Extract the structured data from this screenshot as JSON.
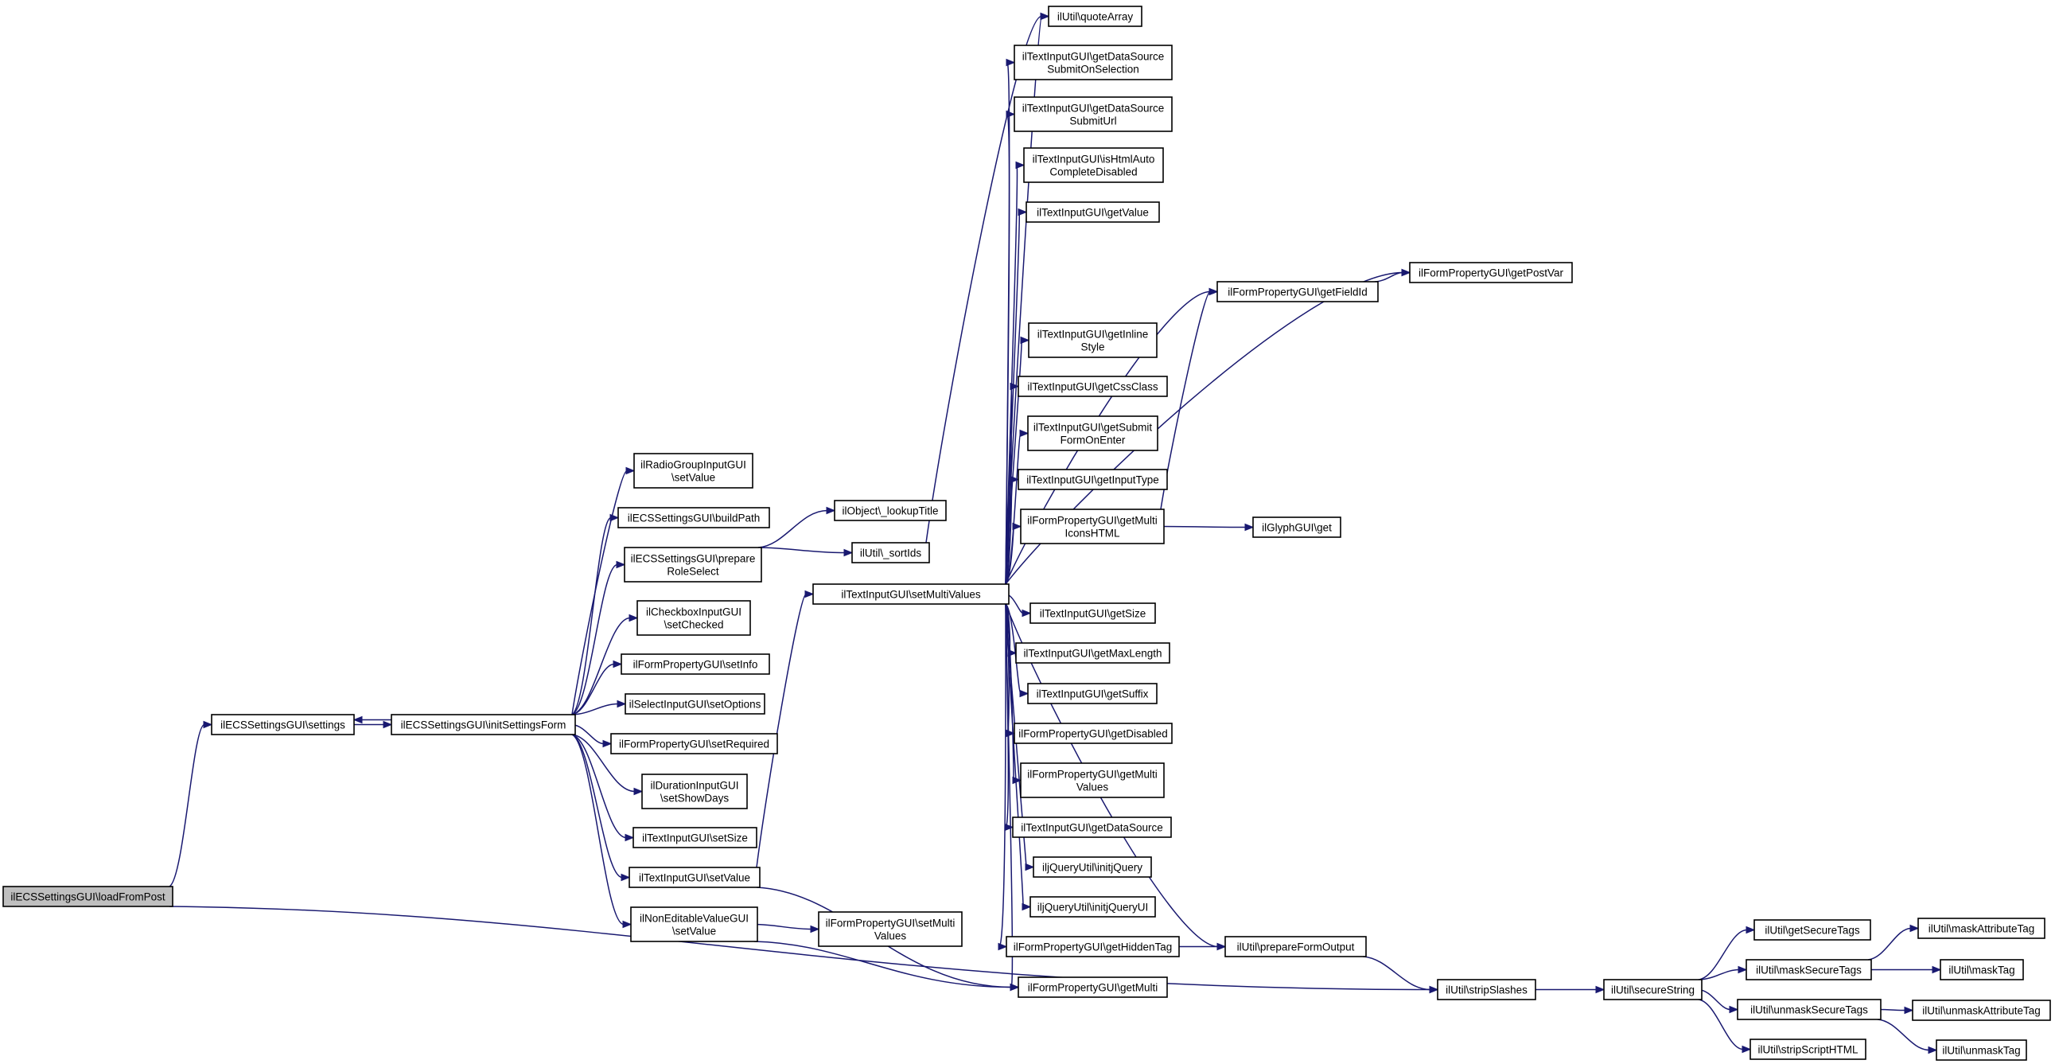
{
  "graph": {
    "type": "call-graph",
    "nodes": [
      {
        "id": "loadFromPost",
        "lines": [
          "ilECSSettingsGUI\\loadFromPost"
        ],
        "root": true
      },
      {
        "id": "settings",
        "lines": [
          "ilECSSettingsGUI\\settings"
        ]
      },
      {
        "id": "initSettingsForm",
        "lines": [
          "ilECSSettingsGUI\\initSettingsForm"
        ]
      },
      {
        "id": "radioSetValue",
        "lines": [
          "ilRadioGroupInputGUI",
          "\\setValue"
        ]
      },
      {
        "id": "buildPath",
        "lines": [
          "ilECSSettingsGUI\\buildPath"
        ]
      },
      {
        "id": "prepareRoleSelect",
        "lines": [
          "ilECSSettingsGUI\\prepare",
          "RoleSelect"
        ]
      },
      {
        "id": "checkboxSetChecked",
        "lines": [
          "ilCheckboxInputGUI",
          "\\setChecked"
        ]
      },
      {
        "id": "setInfo",
        "lines": [
          "ilFormPropertyGUI\\setInfo"
        ]
      },
      {
        "id": "setOptions",
        "lines": [
          "ilSelectInputGUI\\setOptions"
        ]
      },
      {
        "id": "setRequired",
        "lines": [
          "ilFormPropertyGUI\\setRequired"
        ]
      },
      {
        "id": "setShowDays",
        "lines": [
          "ilDurationInputGUI",
          "\\setShowDays"
        ]
      },
      {
        "id": "setSize",
        "lines": [
          "ilTextInputGUI\\setSize"
        ]
      },
      {
        "id": "textSetValue",
        "lines": [
          "ilTextInputGUI\\setValue"
        ]
      },
      {
        "id": "nonEditSetValue",
        "lines": [
          "ilNonEditableValueGUI",
          "\\setValue"
        ]
      },
      {
        "id": "lookupTitle",
        "lines": [
          "ilObject\\_lookupTitle"
        ]
      },
      {
        "id": "sortIds",
        "lines": [
          "ilUtil\\_sortIds"
        ]
      },
      {
        "id": "setMultiValuesProp",
        "lines": [
          "ilFormPropertyGUI\\setMulti",
          "Values"
        ]
      },
      {
        "id": "setMultiValues",
        "lines": [
          "ilTextInputGUI\\setMultiValues"
        ]
      },
      {
        "id": "quoteArray",
        "lines": [
          "ilUtil\\quoteArray"
        ]
      },
      {
        "id": "dsSubmitOnSel",
        "lines": [
          "ilTextInputGUI\\getDataSource",
          "SubmitOnSelection"
        ]
      },
      {
        "id": "dsSubmitUrl",
        "lines": [
          "ilTextInputGUI\\getDataSource",
          "SubmitUrl"
        ]
      },
      {
        "id": "htmlAutoComplete",
        "lines": [
          "ilTextInputGUI\\isHtmlAuto",
          "CompleteDisabled"
        ]
      },
      {
        "id": "getValue",
        "lines": [
          "ilTextInputGUI\\getValue"
        ]
      },
      {
        "id": "getFieldId",
        "lines": [
          "ilFormPropertyGUI\\getFieldId"
        ]
      },
      {
        "id": "getPostVar",
        "lines": [
          "ilFormPropertyGUI\\getPostVar"
        ]
      },
      {
        "id": "getInlineStyle",
        "lines": [
          "ilTextInputGUI\\getInline",
          "Style"
        ]
      },
      {
        "id": "getCssClass",
        "lines": [
          "ilTextInputGUI\\getCssClass"
        ]
      },
      {
        "id": "getSubmitFormOnEnter",
        "lines": [
          "ilTextInputGUI\\getSubmit",
          "FormOnEnter"
        ]
      },
      {
        "id": "getInputType",
        "lines": [
          "ilTextInputGUI\\getInputType"
        ]
      },
      {
        "id": "getMultiIconsHTML",
        "lines": [
          "ilFormPropertyGUI\\getMulti",
          "IconsHTML"
        ]
      },
      {
        "id": "glyphGet",
        "lines": [
          "ilGlyphGUI\\get"
        ]
      },
      {
        "id": "getSize",
        "lines": [
          "ilTextInputGUI\\getSize"
        ]
      },
      {
        "id": "getMaxLength",
        "lines": [
          "ilTextInputGUI\\getMaxLength"
        ]
      },
      {
        "id": "getSuffix",
        "lines": [
          "ilTextInputGUI\\getSuffix"
        ]
      },
      {
        "id": "getDisabled",
        "lines": [
          "ilFormPropertyGUI\\getDisabled"
        ]
      },
      {
        "id": "getMultiValues",
        "lines": [
          "ilFormPropertyGUI\\getMulti",
          "Values"
        ]
      },
      {
        "id": "getDataSource",
        "lines": [
          "ilTextInputGUI\\getDataSource"
        ]
      },
      {
        "id": "initjQuery",
        "lines": [
          "iljQueryUtil\\initjQuery"
        ]
      },
      {
        "id": "initjQueryUI",
        "lines": [
          "iljQueryUtil\\initjQueryUI"
        ]
      },
      {
        "id": "getHiddenTag",
        "lines": [
          "ilFormPropertyGUI\\getHiddenTag"
        ]
      },
      {
        "id": "getMulti",
        "lines": [
          "ilFormPropertyGUI\\getMulti"
        ]
      },
      {
        "id": "prepareFormOutput",
        "lines": [
          "ilUtil\\prepareFormOutput"
        ]
      },
      {
        "id": "stripSlashes",
        "lines": [
          "ilUtil\\stripSlashes"
        ]
      },
      {
        "id": "secureString",
        "lines": [
          "ilUtil\\secureString"
        ]
      },
      {
        "id": "getSecureTags",
        "lines": [
          "ilUtil\\getSecureTags"
        ]
      },
      {
        "id": "maskSecureTags",
        "lines": [
          "ilUtil\\maskSecureTags"
        ]
      },
      {
        "id": "unmaskSecureTags",
        "lines": [
          "ilUtil\\unmaskSecureTags"
        ]
      },
      {
        "id": "stripScriptHTML",
        "lines": [
          "ilUtil\\stripScriptHTML"
        ]
      },
      {
        "id": "maskAttributeTag",
        "lines": [
          "ilUtil\\maskAttributeTag"
        ]
      },
      {
        "id": "maskTag",
        "lines": [
          "ilUtil\\maskTag"
        ]
      },
      {
        "id": "unmaskAttributeTag",
        "lines": [
          "ilUtil\\unmaskAttributeTag"
        ]
      },
      {
        "id": "unmaskTag",
        "lines": [
          "ilUtil\\unmaskTag"
        ]
      }
    ],
    "edges": [
      [
        "loadFromPost",
        "settings"
      ],
      [
        "loadFromPost",
        "stripSlashes"
      ],
      [
        "settings",
        "initSettingsForm"
      ],
      [
        "initSettingsForm",
        "settings"
      ],
      [
        "initSettingsForm",
        "radioSetValue"
      ],
      [
        "initSettingsForm",
        "buildPath"
      ],
      [
        "initSettingsForm",
        "prepareRoleSelect"
      ],
      [
        "initSettingsForm",
        "checkboxSetChecked"
      ],
      [
        "initSettingsForm",
        "setInfo"
      ],
      [
        "initSettingsForm",
        "setOptions"
      ],
      [
        "initSettingsForm",
        "setRequired"
      ],
      [
        "initSettingsForm",
        "setShowDays"
      ],
      [
        "initSettingsForm",
        "setSize"
      ],
      [
        "initSettingsForm",
        "textSetValue"
      ],
      [
        "initSettingsForm",
        "nonEditSetValue"
      ],
      [
        "prepareRoleSelect",
        "lookupTitle"
      ],
      [
        "prepareRoleSelect",
        "sortIds"
      ],
      [
        "sortIds",
        "quoteArray"
      ],
      [
        "textSetValue",
        "setMultiValues"
      ],
      [
        "textSetValue",
        "getMulti"
      ],
      [
        "nonEditSetValue",
        "setMultiValuesProp"
      ],
      [
        "nonEditSetValue",
        "getMulti"
      ],
      [
        "setMultiValues",
        "quoteArray"
      ],
      [
        "setMultiValues",
        "dsSubmitOnSel"
      ],
      [
        "setMultiValues",
        "dsSubmitUrl"
      ],
      [
        "setMultiValues",
        "htmlAutoComplete"
      ],
      [
        "setMultiValues",
        "getValue"
      ],
      [
        "setMultiValues",
        "getFieldId"
      ],
      [
        "setMultiValues",
        "getPostVar"
      ],
      [
        "setMultiValues",
        "getInlineStyle"
      ],
      [
        "setMultiValues",
        "getCssClass"
      ],
      [
        "setMultiValues",
        "getSubmitFormOnEnter"
      ],
      [
        "setMultiValues",
        "getInputType"
      ],
      [
        "setMultiValues",
        "getMultiIconsHTML"
      ],
      [
        "setMultiValues",
        "prepareFormOutput"
      ],
      [
        "setMultiValues",
        "getSize"
      ],
      [
        "setMultiValues",
        "getMaxLength"
      ],
      [
        "setMultiValues",
        "getSuffix"
      ],
      [
        "setMultiValues",
        "getDisabled"
      ],
      [
        "setMultiValues",
        "getMultiValues"
      ],
      [
        "setMultiValues",
        "getDataSource"
      ],
      [
        "setMultiValues",
        "initjQuery"
      ],
      [
        "setMultiValues",
        "initjQueryUI"
      ],
      [
        "setMultiValues",
        "getHiddenTag"
      ],
      [
        "setMultiValues",
        "getMulti"
      ],
      [
        "getFieldId",
        "getPostVar"
      ],
      [
        "getMultiIconsHTML",
        "getFieldId"
      ],
      [
        "getMultiIconsHTML",
        "glyphGet"
      ],
      [
        "getHiddenTag",
        "prepareFormOutput"
      ],
      [
        "prepareFormOutput",
        "stripSlashes"
      ],
      [
        "stripSlashes",
        "secureString"
      ],
      [
        "secureString",
        "getSecureTags"
      ],
      [
        "secureString",
        "maskSecureTags"
      ],
      [
        "secureString",
        "unmaskSecureTags"
      ],
      [
        "secureString",
        "stripScriptHTML"
      ],
      [
        "maskSecureTags",
        "maskAttributeTag"
      ],
      [
        "maskSecureTags",
        "maskTag"
      ],
      [
        "unmaskSecureTags",
        "unmaskAttributeTag"
      ],
      [
        "unmaskSecureTags",
        "unmaskTag"
      ]
    ]
  }
}
